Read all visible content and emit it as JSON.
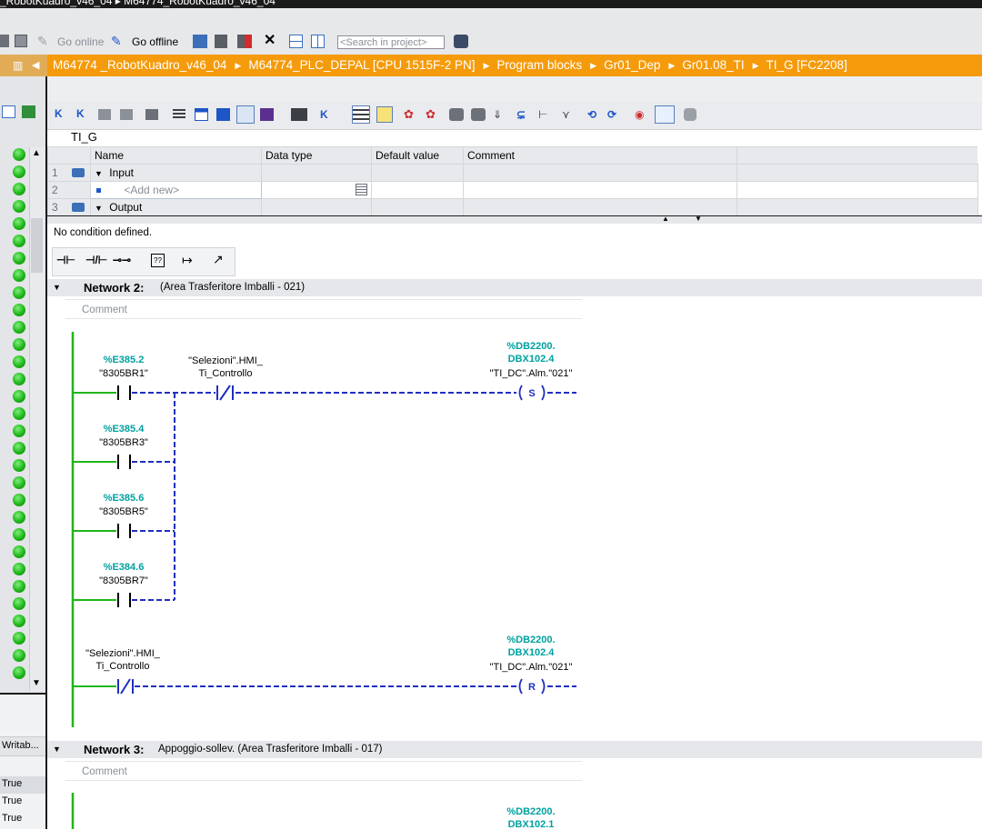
{
  "window": {
    "title": "_RobotKuadro_v46_04 ▸ M64774_RobotKuadro_v46_04"
  },
  "toolbar": {
    "go_online": "Go online",
    "go_offline": "Go offline",
    "search_placeholder": "<Search in project>"
  },
  "breadcrumb": [
    "M64774 _RobotKuadro_v46_04",
    "M64774_PLC_DEPAL [CPU 1515F-2 PN]",
    "Program blocks",
    "Gr01_Dep",
    "Gr01.08_TI",
    "TI_G [FC2208]"
  ],
  "block": {
    "name": "TI_G"
  },
  "interface": {
    "headers": [
      "Name",
      "Data type",
      "Default value",
      "Comment"
    ],
    "rows": [
      {
        "num": "1",
        "name": "Input",
        "kind": "section"
      },
      {
        "num": "2",
        "name": "<Add new>",
        "kind": "add"
      },
      {
        "num": "3",
        "name": "Output",
        "kind": "section"
      }
    ]
  },
  "condition_text": "No condition defined.",
  "networks": [
    {
      "number": "Network 2:",
      "title": "(Area Trasferitore Imballi - 021)",
      "comment": "Comment",
      "contacts": [
        {
          "address": "%E385.2",
          "symbol": "\"8305BR1\""
        },
        {
          "address": "%E385.4",
          "symbol": "\"8305BR3\""
        },
        {
          "address": "%E385.6",
          "symbol": "\"8305BR5\""
        },
        {
          "address": "%E384.6",
          "symbol": "\"8305BR7\""
        }
      ],
      "nc_contact": {
        "symbol_line1": "\"Selezioni\".HMI_",
        "symbol_line2": "Ti_Controllo"
      },
      "set_coil": {
        "addr_line1": "%DB2200.",
        "addr_line2": "DBX102.4",
        "symbol": "\"TI_DC\".Alm.\"021\"",
        "type": "S"
      },
      "reset_contact": {
        "symbol_line1": "\"Selezioni\".HMI_",
        "symbol_line2": "Ti_Controllo"
      },
      "reset_coil": {
        "addr_line1": "%DB2200.",
        "addr_line2": "DBX102.4",
        "symbol": "\"TI_DC\".Alm.\"021\"",
        "type": "R"
      }
    },
    {
      "number": "Network 3:",
      "title": "Appoggio-sollev. (Area Trasferitore Imballi - 017)",
      "comment": "Comment",
      "coil": {
        "addr_line1": "%DB2200.",
        "addr_line2": "DBX102.1"
      }
    }
  ],
  "left_panel": {
    "column_header": "Writab...",
    "values": [
      "True",
      "True",
      "True"
    ]
  },
  "colors": {
    "accent": "#f59b0b",
    "ladder_blue": "#1f2fbf",
    "power_rail": "#1fb619",
    "address": "#00a0a0"
  }
}
